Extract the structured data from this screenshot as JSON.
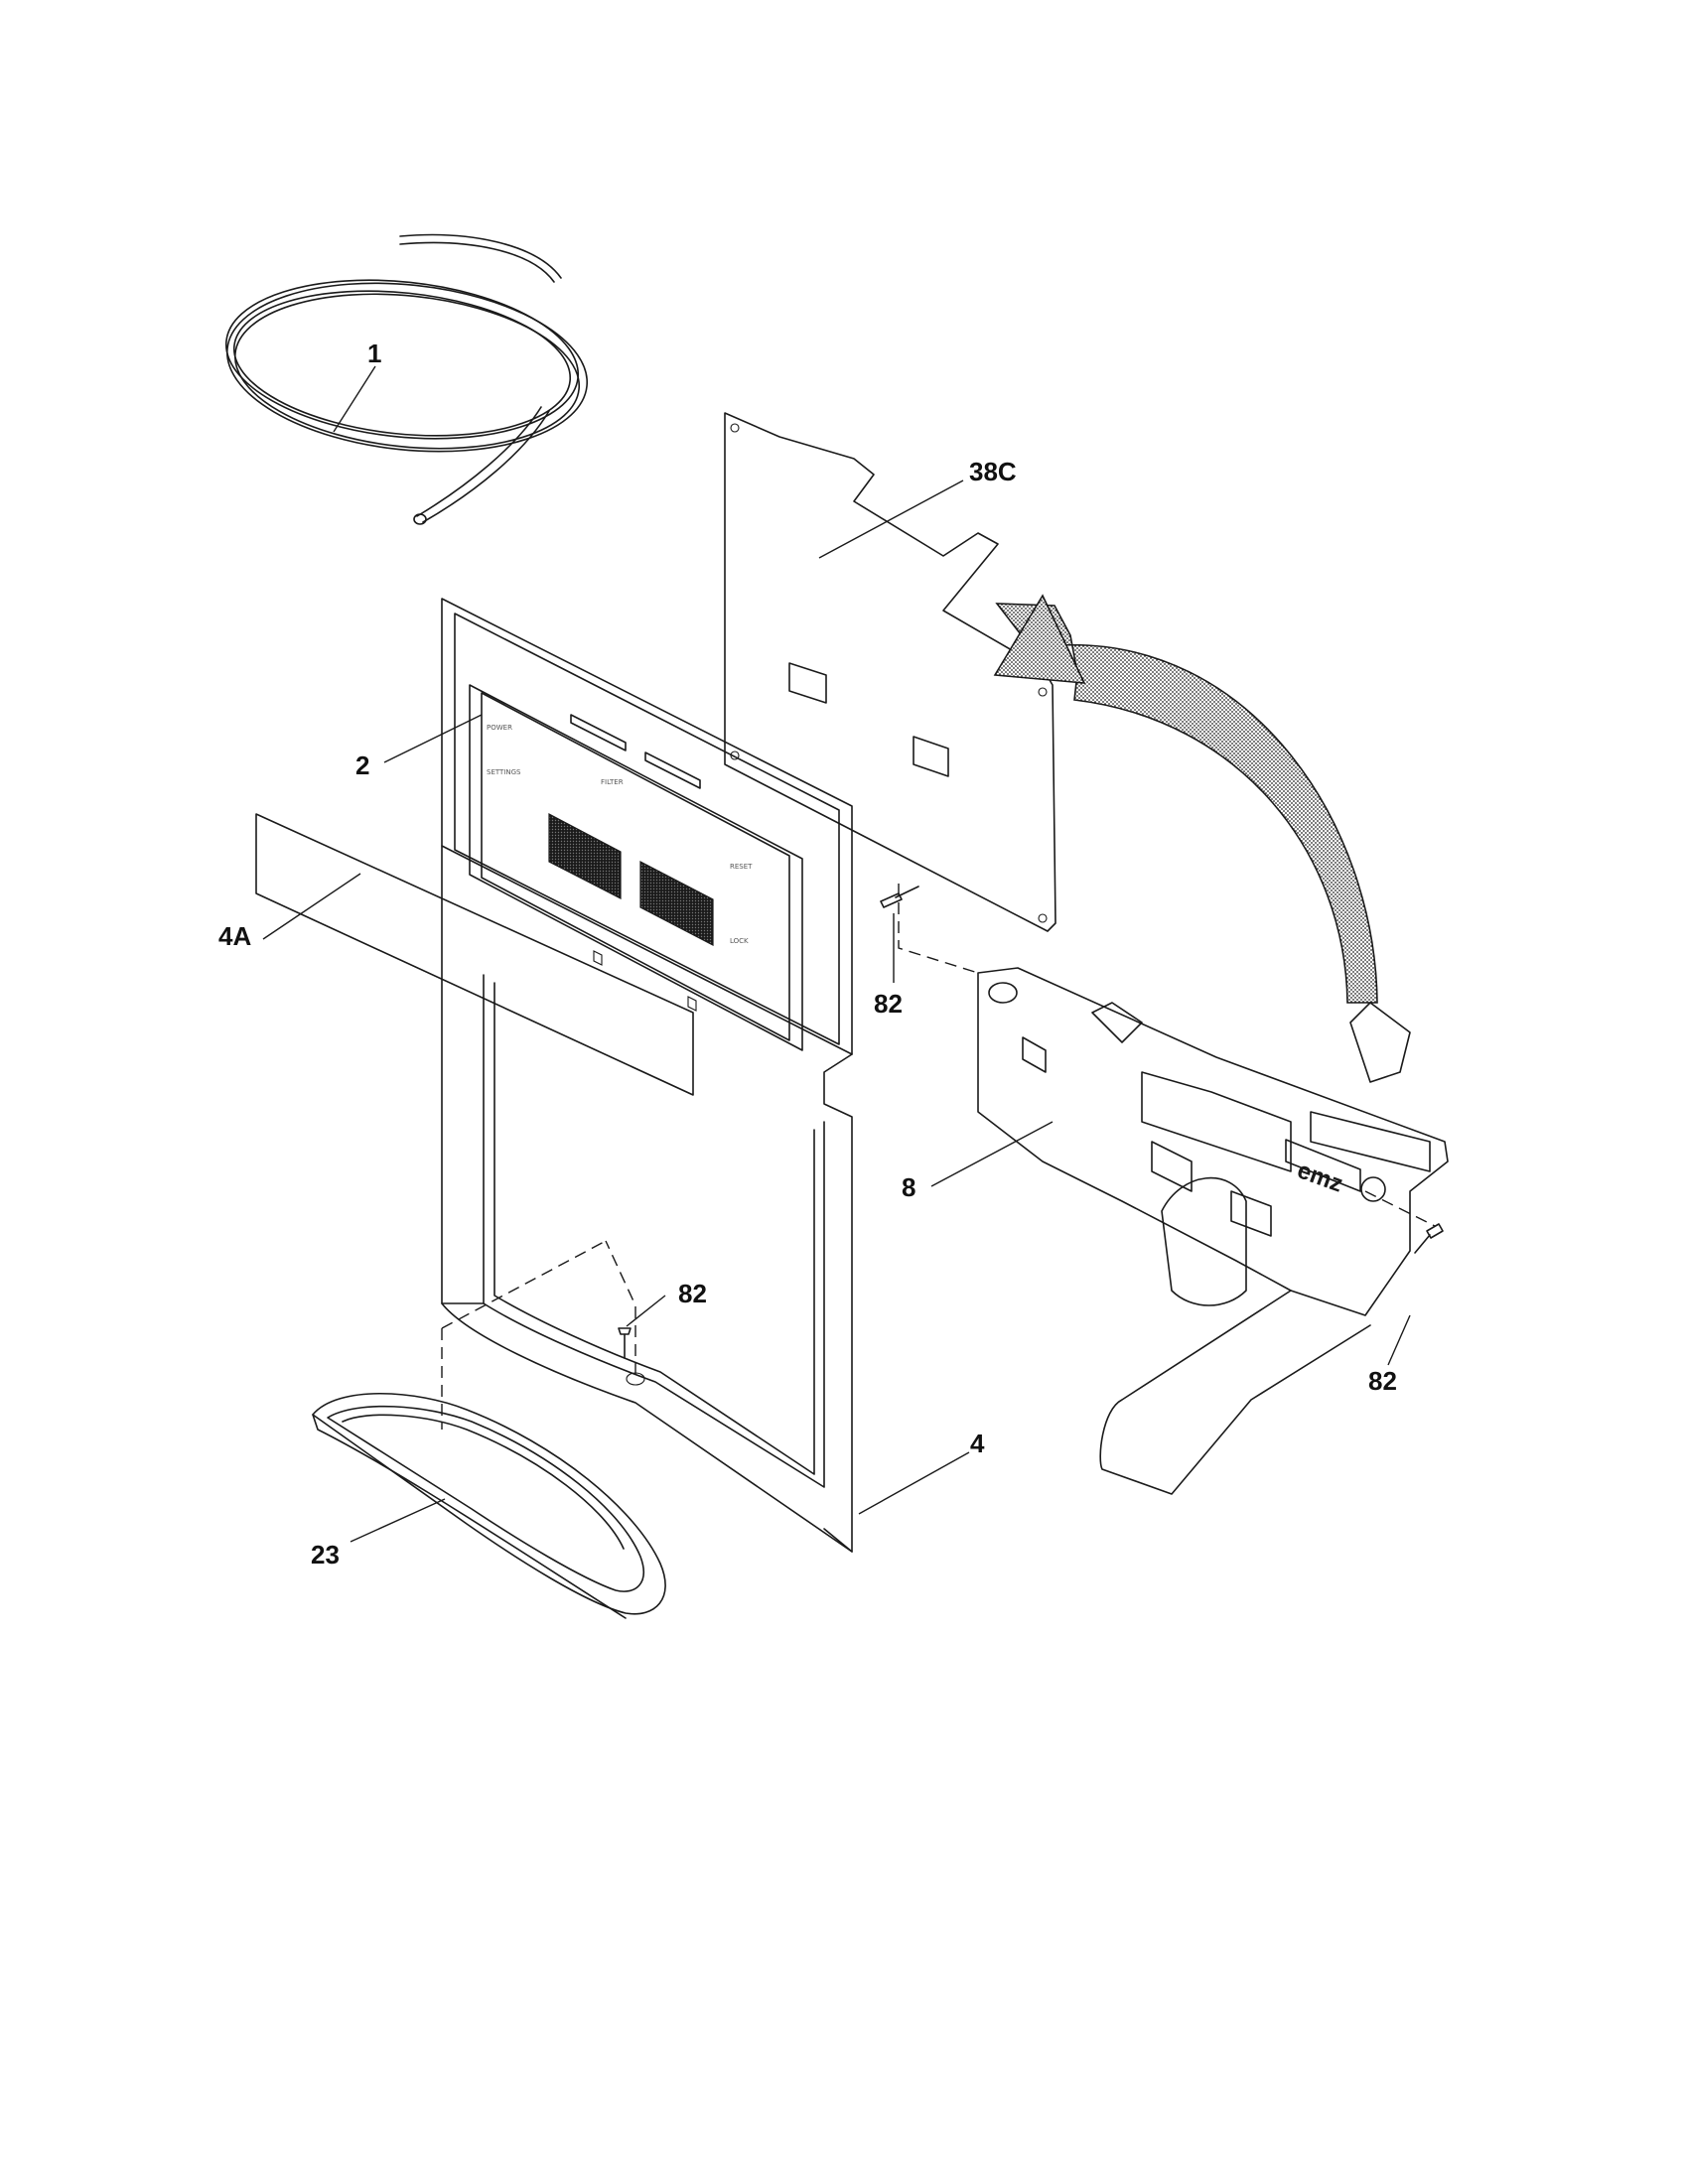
{
  "diagram": {
    "callouts": {
      "part_1": "1",
      "part_38c": "38C",
      "part_2": "2",
      "part_4a": "4A",
      "part_82_top": "82",
      "part_8": "8",
      "part_82_mid": "82",
      "part_82_right": "82",
      "part_4": "4",
      "part_23": "23"
    },
    "logo_text": "emz"
  }
}
